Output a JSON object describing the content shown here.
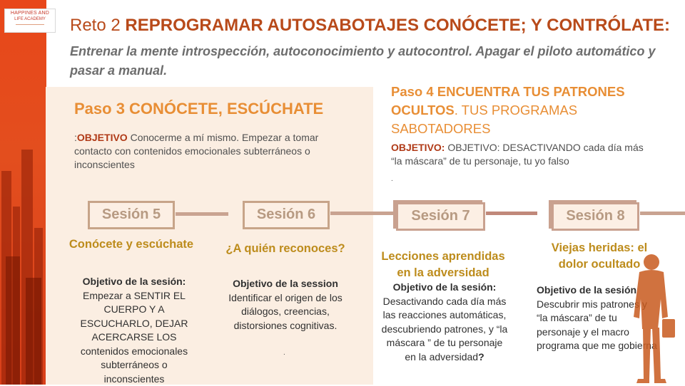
{
  "logo": {
    "line1": "HAPPINES AND",
    "line2": "LIFE ACADEMY"
  },
  "title": {
    "prefix": "Reto 2",
    "bold": "REPROGRAMAR AUTOSABOTAJES CONÓCETE; Y CONTRÓLATE:"
  },
  "subtitle": "Entrenar la mente introspección,  autoconocimiento  y autocontrol. Apagar el piloto automático y pasar a manual.",
  "step3": {
    "title": "Paso 3 CONÓCETE, ESCÚCHATE",
    "objective_prefix": ":",
    "objective_label": "OBJETIVO",
    "objective_text": " Conocerme a mí mismo. Empezar a tomar contacto con contenidos emocionales subterráneos o inconscientes"
  },
  "step4": {
    "title_bold": "Paso 4 ENCUENTRA  TUS PATRONES OCULTOS",
    "title_rest": ". TUS PROGRAMAS  SABOTADORES",
    "objective_label": "OBJETIVO:",
    "objective_text": " OBJETIVO:  DESACTIVANDO cada día más “la máscara” de tu personaje, tu yo falso",
    "dot": "."
  },
  "sessions": [
    {
      "label": "Sesión 5",
      "title": "Conócete y escúchate",
      "desc_head": "Objetivo de la sesión:",
      "desc": "Empezar a SENTIR EL CUERPO Y A ESCUCHARLO, DEJAR ACERCARSE LOS contenidos emocionales subterráneos o inconscientes"
    },
    {
      "label": "Sesión 6",
      "title": "¿A quién  reconoces?",
      "desc_head": "Objetivo de la session",
      "desc": "Identificar  el origen de los diálogos, creencias, distorsiones cognitivas.",
      "dot": "."
    },
    {
      "label": "Sesión 7",
      "title": "Lecciones aprendidas en la adversidad",
      "desc_head": "Objetivo de la sesión:",
      "desc": "Desactivando cada día más  las reacciones automáticas, descubriendo patrones, y “la máscara ” de tu personaje en la adversidad",
      "desc_end": "?"
    },
    {
      "label": "Sesión 8",
      "title": "Viejas heridas: el dolor ocultado",
      "desc_head": "Objetivo de la sesión",
      "desc": "Descubrir mis patrones y “la máscara” de tu personaje y el macro programa que me gobierna"
    }
  ],
  "colors": {
    "accent": "#e88e35",
    "title": "#b84a1a",
    "session_title": "#bd8c1c",
    "panel": "#fbeee2",
    "strip": "#e8471a"
  }
}
